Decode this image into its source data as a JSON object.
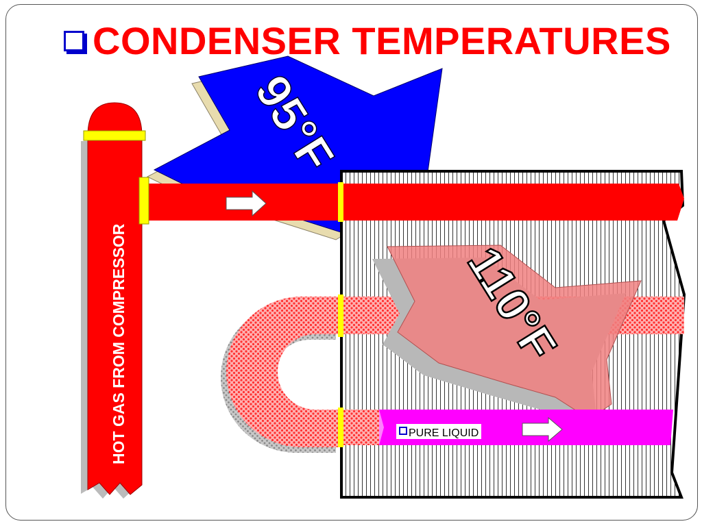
{
  "slide": {
    "title": "CONDENSER TEMPERATURES",
    "title_bullet_icon": "hollow-square-bullet-icon",
    "callouts": {
      "ambient_temperature": "95°F",
      "condensing_temperature": "110°F"
    },
    "labels": {
      "hot_gas_pipe": "HOT GAS FROM COMPRESSOR",
      "liquid_line": "PURE LIQUID"
    },
    "colors": {
      "title": "#ff0000",
      "bullet": "#0000cc",
      "hot_gas": "#ff0000",
      "ambient_star": "#0000ff",
      "condensing_star": "#f08080",
      "liquid": "#ff00ff",
      "joint": "#ffff00"
    }
  }
}
